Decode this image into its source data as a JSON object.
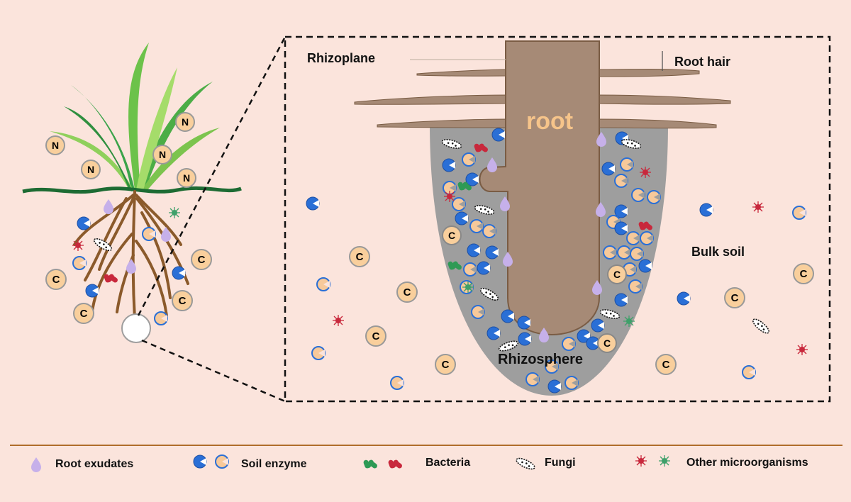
{
  "labels": {
    "rhizoplane": "Rhizoplane",
    "root_hair": "Root hair",
    "root": "root",
    "bulk_soil": "Bulk soil",
    "rhizosphere": "Rhizosphere"
  },
  "tokens": {
    "nitrogen": "N",
    "carbon": "C"
  },
  "legend": {
    "items": [
      {
        "label": "Root exudates",
        "icon": "root-exudate-droplet-icon"
      },
      {
        "label": "Soil enzyme",
        "icon": "soil-enzyme-icon"
      },
      {
        "label": "Bacteria",
        "icon": "bacteria-icon"
      },
      {
        "label": "Fungi",
        "icon": "fungi-icon"
      },
      {
        "label": "Other microorganisms",
        "icon": "other-microorganism-icon"
      }
    ]
  },
  "colors": {
    "background": "#fbe4dc",
    "root": "#a68a76",
    "root_outline": "#7a5c44",
    "rhizosphere": "#9e9e9e",
    "enzyme_blue": "#2a6fd6",
    "enzyme_tan": "#f7c99a",
    "carbon_fill": "#f9cf9c",
    "bacteria_green": "#2e9a55",
    "bacteria_red": "#c8283c",
    "exudate": "#c6b0ea",
    "ground_line": "#1d6b33",
    "legend_line": "#b06d2a"
  }
}
